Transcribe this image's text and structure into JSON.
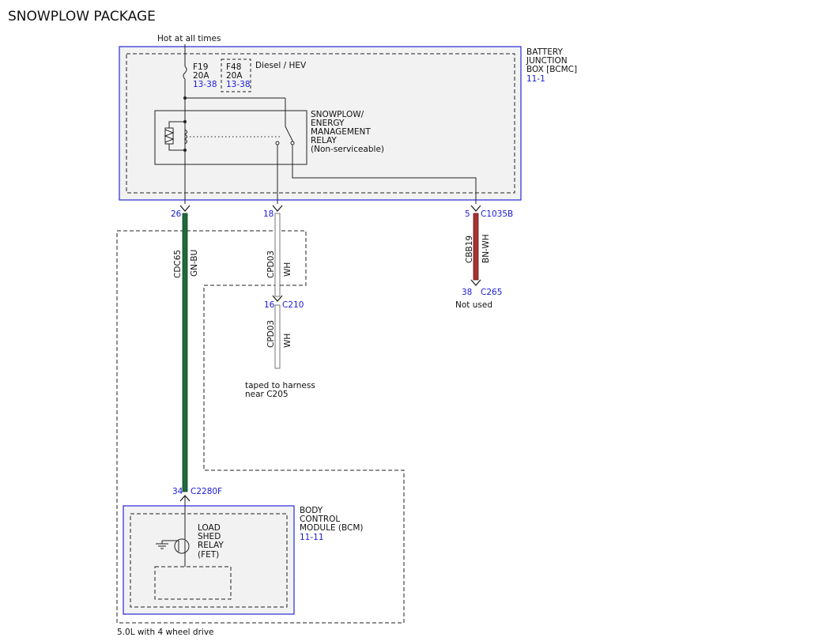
{
  "title": "SNOWPLOW PACKAGE",
  "hot_label": "Hot at all times",
  "bjb": {
    "name_1": "BATTERY",
    "name_2": "JUNCTION",
    "name_3": "BOX [BCMC]",
    "ref": "11-1"
  },
  "fuse_f19": {
    "name": "F19",
    "rating": "20A",
    "ref": "13-38"
  },
  "fuse_f48": {
    "name": "F48",
    "rating": "20A",
    "ref": "13-38",
    "note": "Diesel / HEV"
  },
  "relay": {
    "line_1": "SNOWPLOW/",
    "line_2": "ENERGY",
    "line_3": "MANAGEMENT",
    "line_4": "RELAY",
    "line_5": "(Non-serviceable)"
  },
  "pins": {
    "p26": "26",
    "p18": "18",
    "p5": "5",
    "c1035b": "C1035B",
    "p38": "38",
    "c265": "C265",
    "not_used": "Not used",
    "p16": "16",
    "c210": "C210",
    "p34": "34",
    "c2280f": "C2280F"
  },
  "wires": {
    "cdc65": "CDC65",
    "gnbu": "GN-BU",
    "cpd03_a": "CPD03",
    "wh_a": "WH",
    "cpd03_b": "CPD03",
    "wh_b": "WH",
    "cbb19": "CBB19",
    "bnwh": "BN-WH"
  },
  "taped_1": "taped to harness",
  "taped_2": "near C205",
  "bcm": {
    "name_1": "BODY",
    "name_2": "CONTROL",
    "name_3": "MODULE (BCM)",
    "ref": "11-11"
  },
  "load_shed": {
    "line_1": "LOAD",
    "line_2": "SHED",
    "line_3": "RELAY",
    "line_4": "(FET)"
  },
  "footer": "5.0L with 4 wheel drive",
  "colors": {
    "module_border": "#2828d8",
    "wire_green": "#1e6b3a",
    "wire_brown": "#a83232",
    "ref_text": "#1a1ad6"
  }
}
